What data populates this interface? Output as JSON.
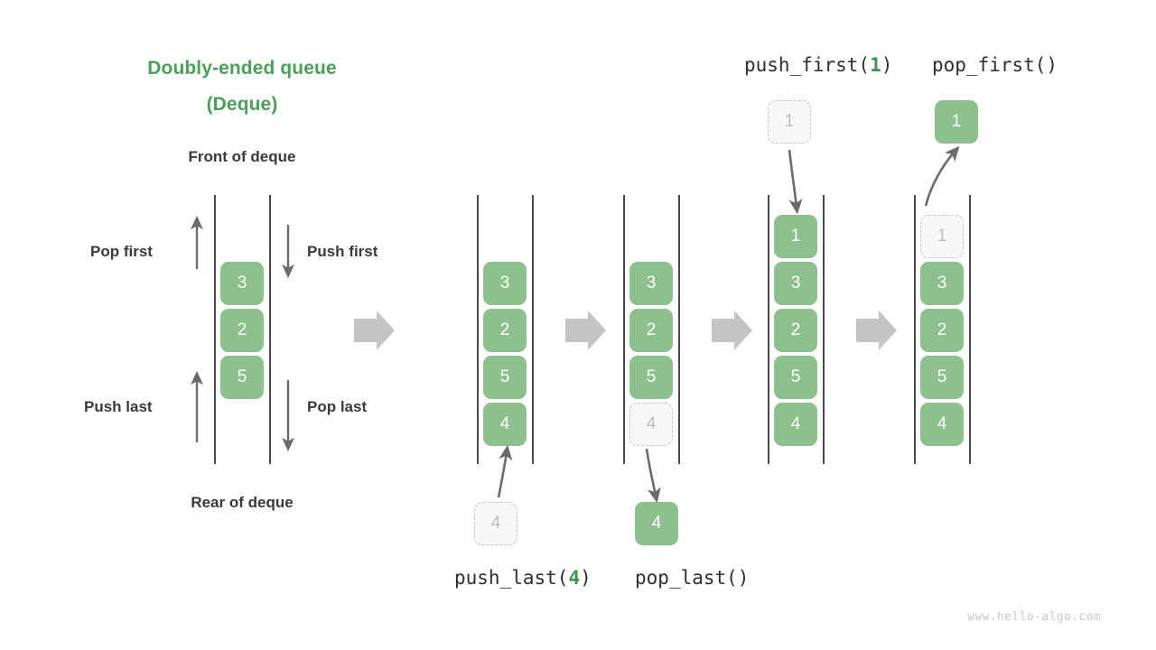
{
  "title": {
    "line1": "Doubly-ended queue",
    "line2": "(Deque)"
  },
  "labels": {
    "front_of_deque": "Front of deque",
    "rear_of_deque": "Rear of deque",
    "pop_first": "Pop first",
    "push_first": "Push first",
    "push_last": "Push last",
    "pop_last": "Pop last"
  },
  "operations": {
    "push_first": {
      "name": "push_first(",
      "arg": "1",
      "close": ")"
    },
    "pop_first": {
      "name": "pop_first()",
      "arg": "",
      "close": ""
    },
    "push_last": {
      "name": "push_last(",
      "arg": "4",
      "close": ")"
    },
    "pop_last": {
      "name": "pop_last()",
      "arg": "",
      "close": ""
    }
  },
  "colors": {
    "accent_green": "#4aa05a",
    "cell_green": "#8cc08c",
    "ghost_border": "#c4c4c4",
    "ghost_text": "#bdbdbd",
    "rail": "#4a4a4a",
    "arrow_gray": "#6b6b6b",
    "step_arrow": "#c4c4c4",
    "text_dark": "#3a3a3a",
    "watermark": "#c9c9c9"
  },
  "watermark": "www.hello-algo.com",
  "columns": [
    {
      "id": "legend-deque",
      "cells": [
        {
          "value": "3",
          "state": "filled"
        },
        {
          "value": "2",
          "state": "filled"
        },
        {
          "value": "5",
          "state": "filled"
        }
      ]
    },
    {
      "id": "state-initial",
      "cells": [
        {
          "value": "3",
          "state": "filled"
        },
        {
          "value": "2",
          "state": "filled"
        },
        {
          "value": "5",
          "state": "filled"
        },
        {
          "value": "4",
          "state": "filled"
        }
      ]
    },
    {
      "id": "state-after-push-last",
      "cells": [
        {
          "value": "3",
          "state": "filled"
        },
        {
          "value": "2",
          "state": "filled"
        },
        {
          "value": "5",
          "state": "filled"
        },
        {
          "value": "4",
          "state": "ghost"
        }
      ]
    },
    {
      "id": "state-after-pop-last",
      "cells": [
        {
          "value": "1",
          "state": "filled"
        },
        {
          "value": "3",
          "state": "filled"
        },
        {
          "value": "2",
          "state": "filled"
        },
        {
          "value": "5",
          "state": "filled"
        },
        {
          "value": "4",
          "state": "filled"
        }
      ]
    },
    {
      "id": "state-after-push-first",
      "cells": [
        {
          "value": "1",
          "state": "ghost"
        },
        {
          "value": "3",
          "state": "filled"
        },
        {
          "value": "2",
          "state": "filled"
        },
        {
          "value": "5",
          "state": "filled"
        },
        {
          "value": "4",
          "state": "filled"
        }
      ]
    }
  ],
  "floating_cells": {
    "push_last_in": {
      "value": "4",
      "state": "ghost"
    },
    "pop_last_out": {
      "value": "4",
      "state": "filled"
    },
    "push_first_in": {
      "value": "1",
      "state": "ghost"
    },
    "pop_first_out": {
      "value": "1",
      "state": "filled"
    }
  }
}
